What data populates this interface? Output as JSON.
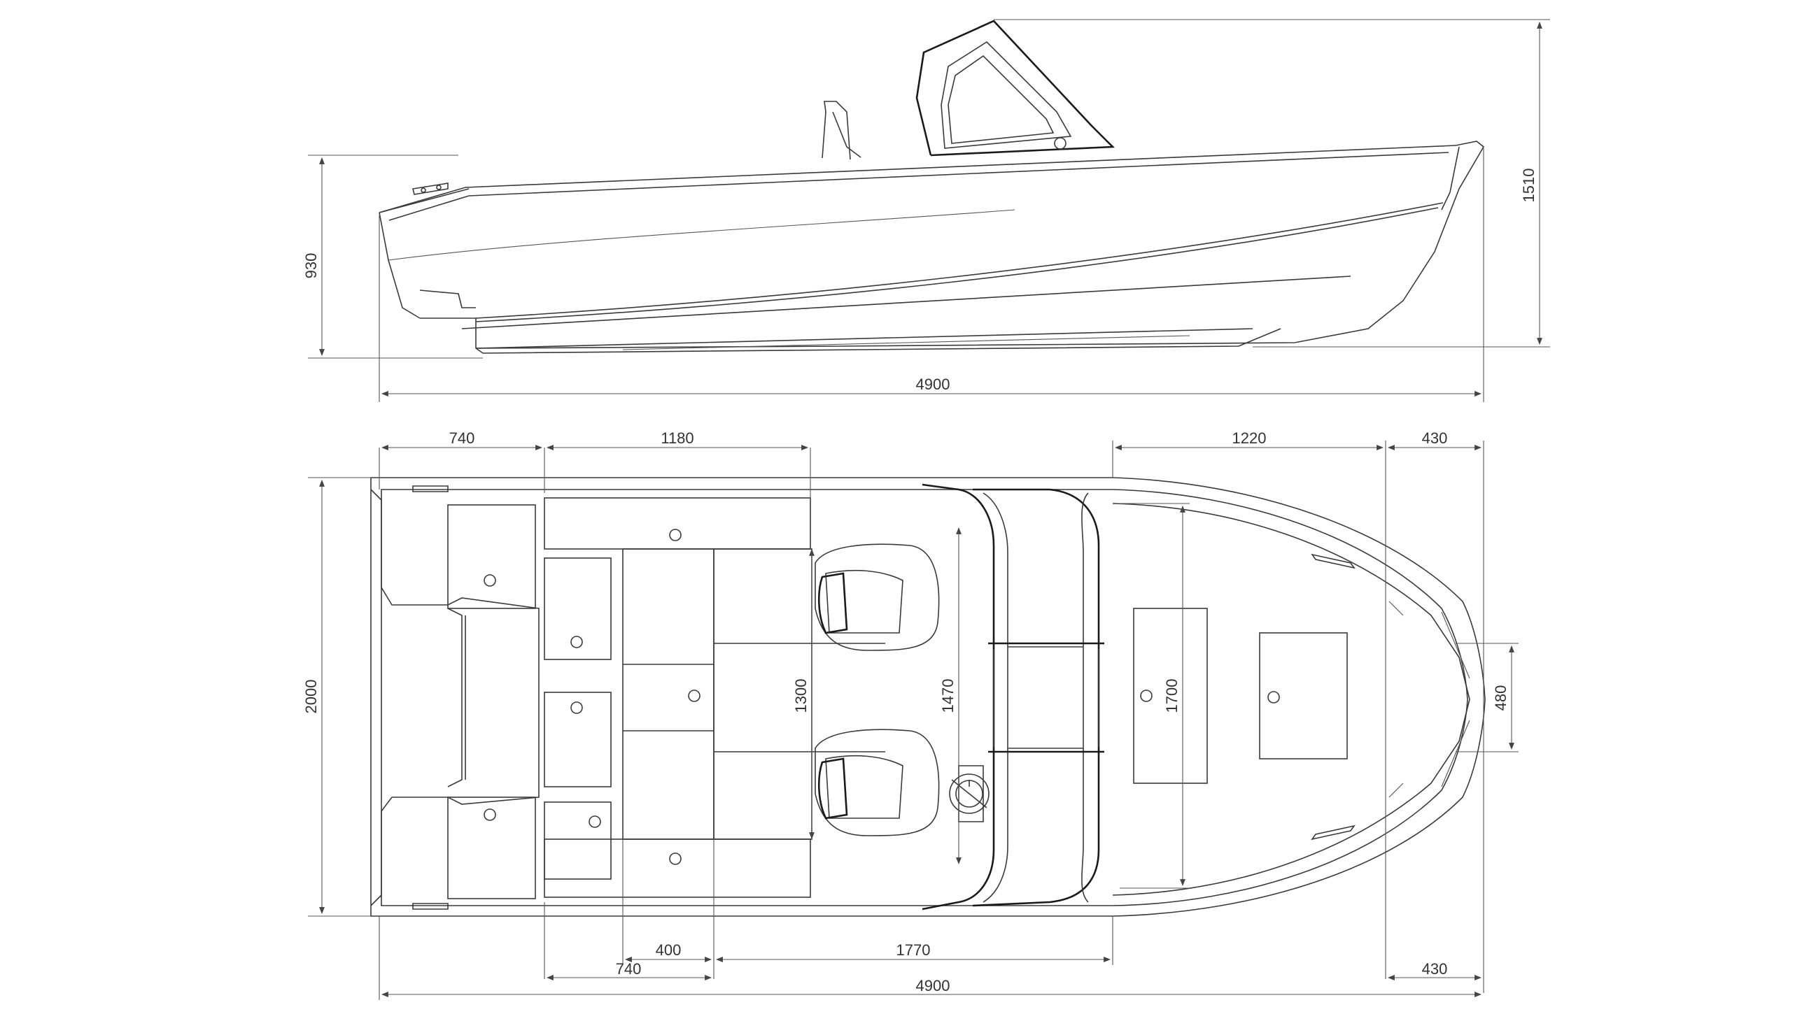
{
  "side_view": {
    "dims": {
      "height_hull": "930",
      "height_total": "1510",
      "length_total": "4900"
    }
  },
  "top_view": {
    "dims": {
      "transom_width": "740",
      "cockpit_length": "1180",
      "bow_deck": "1220",
      "bow_tip_top": "430",
      "beam_total": "2000",
      "seat_span": "1300",
      "windshield_span": "1470",
      "foredeck_width": "1700",
      "bow_width": "480",
      "seat_gap": "400",
      "rear_seat_length": "740",
      "console_length": "1770",
      "bow_tip_bottom": "430",
      "length_total_bottom": "4900"
    }
  }
}
